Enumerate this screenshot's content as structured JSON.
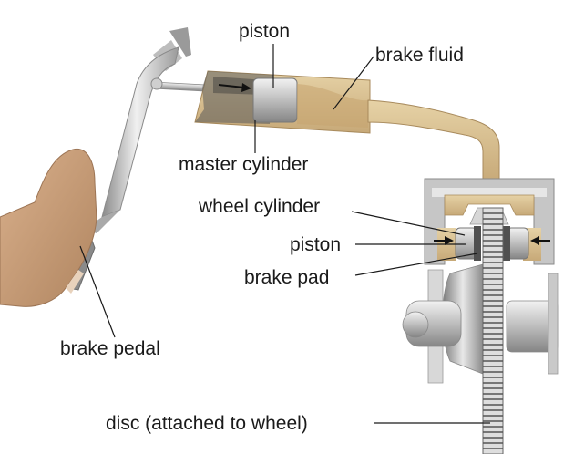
{
  "labels": {
    "piston_top": "piston",
    "brake_fluid": "brake fluid",
    "master_cylinder": "master cylinder",
    "wheel_cylinder": "wheel cylinder",
    "piston_wheel": "piston",
    "brake_pad": "brake pad",
    "brake_pedal": "brake pedal",
    "disc": "disc (attached to wheel)"
  },
  "colors": {
    "fluid": "#d8c092",
    "fluid_dark": "#b89c68",
    "metal_light": "#e2e2e2",
    "metal_mid": "#b4b4b4",
    "metal_dark": "#7c7c7c",
    "shoe": "#c9a07c",
    "shoe_dark": "#9c7454",
    "leader": "#1a1a1a"
  }
}
